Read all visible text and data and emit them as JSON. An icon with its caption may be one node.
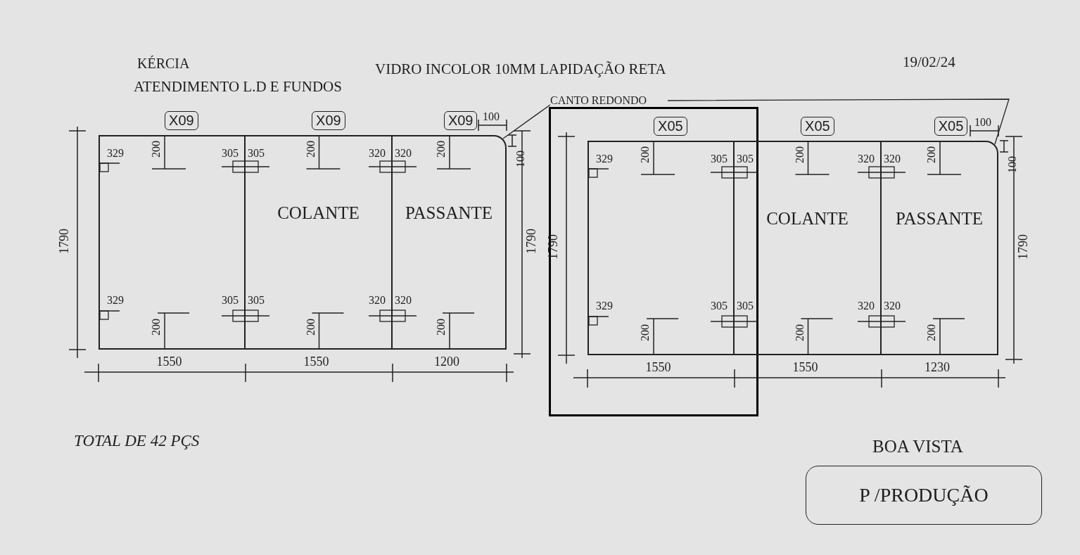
{
  "diagram": {
    "title": "VIDRO INCOLOR 10MM LAPIDAÇÃO RETA",
    "nodes": [
      {
        "text": [
          "CANTO REDONDO"
        ]
      },
      {
        "text": [],
        "shape": "box"
      },
      {
        "text": [
          "COLANTE"
        ]
      },
      {
        "text": [
          "PASSANTE"
        ]
      },
      {
        "text": [],
        "shape": "box"
      },
      {
        "text": [
          "COLANTE"
        ]
      },
      {
        "text": [
          "PASSANTE"
        ]
      },
      {
        "text": [
          "X09"
        ]
      },
      {
        "text": [
          "X09"
        ]
      },
      {
        "text": [
          "X09"
        ]
      },
      {
        "text": [
          "X05"
        ]
      },
      {
        "text": [
          "X05"
        ]
      },
      {
        "text": [
          "X05"
        ]
      },
      {
        "text": [
          "P /PRODUÇÃO"
        ]
      }
    ],
    "edges": [
      {
        "from": 0,
        "to": 3,
        "arrow": "none"
      },
      {
        "from": 0,
        "to": 6,
        "arrow": "none"
      }
    ],
    "labels": [
      "KÉRCIA",
      "19/02/24",
      "ATENDIMENTO L.D E FUNDOS",
      "100",
      "100",
      "329",
      "200",
      "305",
      "305",
      "200",
      "320",
      "320",
      "200",
      "1790",
      "1790",
      "329",
      "200",
      "305",
      "305",
      "200",
      "320",
      "320",
      "200",
      "1550",
      "1550",
      "1200",
      "100",
      "100",
      "329",
      "200",
      "305",
      "305",
      "200",
      "320",
      "320",
      "200",
      "1790",
      "1790",
      "329",
      "200",
      "305",
      "305",
      "200",
      "320",
      "320",
      "200",
      "1550",
      "1550",
      "1230",
      "TOTAL DE 42 PÇS",
      "BOA VISTA"
    ]
  }
}
